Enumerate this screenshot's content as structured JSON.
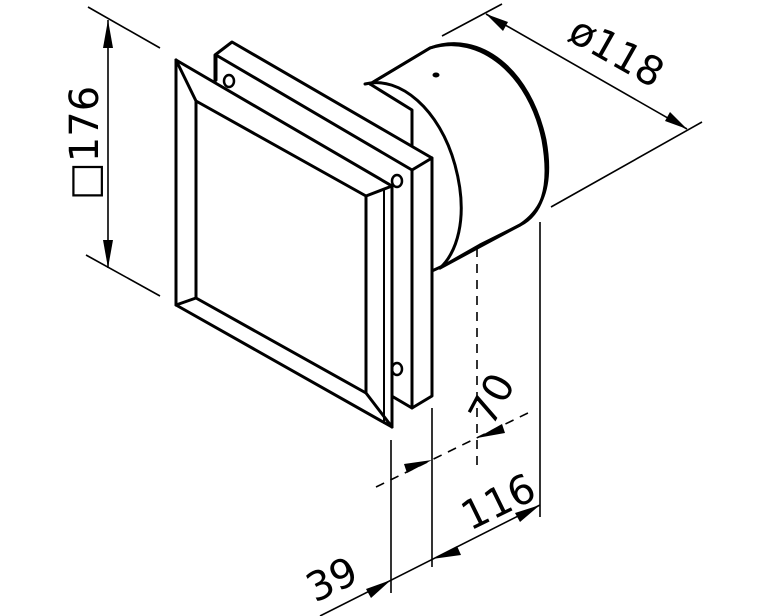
{
  "drawing": {
    "subject": "wall-mounted fan with square front panel and cylindrical duct spigot",
    "line_color": "#000000",
    "background": "#ffffff"
  },
  "dimensions": {
    "panel_size": {
      "symbol": "□",
      "value": "176",
      "label": "□176"
    },
    "duct_diameter": {
      "symbol": "ø",
      "value": "118",
      "label": "ø118"
    },
    "spigot_depth": {
      "value": "70",
      "label": "70"
    },
    "total_depth": {
      "value": "116",
      "label": "116"
    },
    "panel_depth": {
      "value": "39",
      "label": "39"
    }
  }
}
